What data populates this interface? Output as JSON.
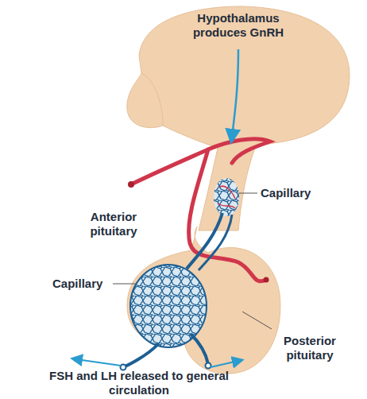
{
  "diagram": {
    "labels": [
      "Hypothalamus produces GnRH",
      "Capillary",
      "Anterior pituitary",
      "Capillary",
      "Posterior pituitary",
      "FSH and LH released to general circulation"
    ]
  }
}
